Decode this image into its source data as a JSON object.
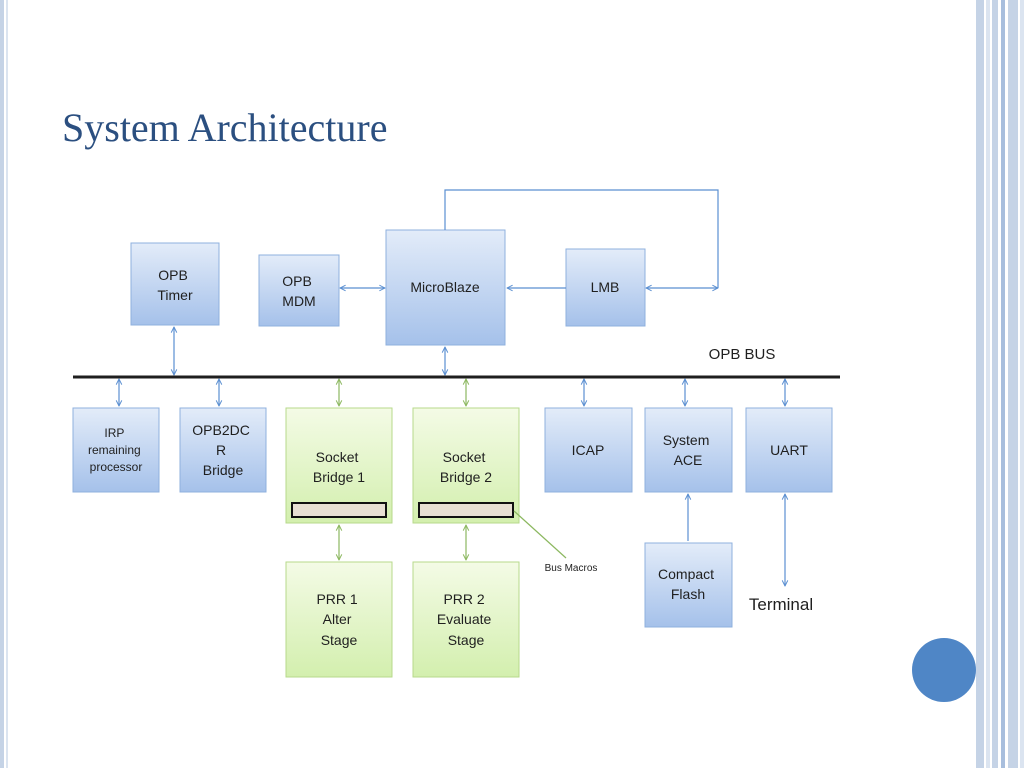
{
  "slide": {
    "title": "System Architecture"
  },
  "diagram": {
    "bus_label": "OPB BUS",
    "annotation": "Bus Macros",
    "terminal_label": "Terminal",
    "blocks": {
      "opb_timer": [
        "OPB",
        "Timer"
      ],
      "opb_mdm": [
        "OPB",
        "MDM"
      ],
      "microblaze": [
        "MicroBlaze"
      ],
      "lmb": [
        "LMB"
      ],
      "irp": [
        "IRP",
        "remaining",
        "processor"
      ],
      "opb2dcr": [
        "OPB2DC",
        "R",
        "Bridge"
      ],
      "socket1": [
        "Socket",
        "Bridge 1"
      ],
      "socket2": [
        "Socket",
        "Bridge 2"
      ],
      "icap": [
        "ICAP"
      ],
      "system_ace": [
        "System",
        "ACE"
      ],
      "uart": [
        "UART"
      ],
      "prr1": [
        "PRR 1",
        "Alter",
        "Stage"
      ],
      "prr2": [
        "PRR 2",
        "Evaluate",
        "Stage"
      ],
      "compact_flash": [
        "Compact",
        "Flash"
      ]
    }
  },
  "colors": {
    "blue_block_top": "#e3ecf9",
    "blue_block_bottom": "#a5c1ea",
    "blue_block_border": "#8fb0de",
    "green_block_top": "#f4fbe6",
    "green_block_bottom": "#d3efae",
    "green_block_border": "#b7d98b",
    "blue_connector": "#5b8fd1",
    "green_connector": "#8cb860",
    "bus_line": "#1f1f1f",
    "title_text": "#2b4f80",
    "corner_dot": "#4f86c6"
  }
}
